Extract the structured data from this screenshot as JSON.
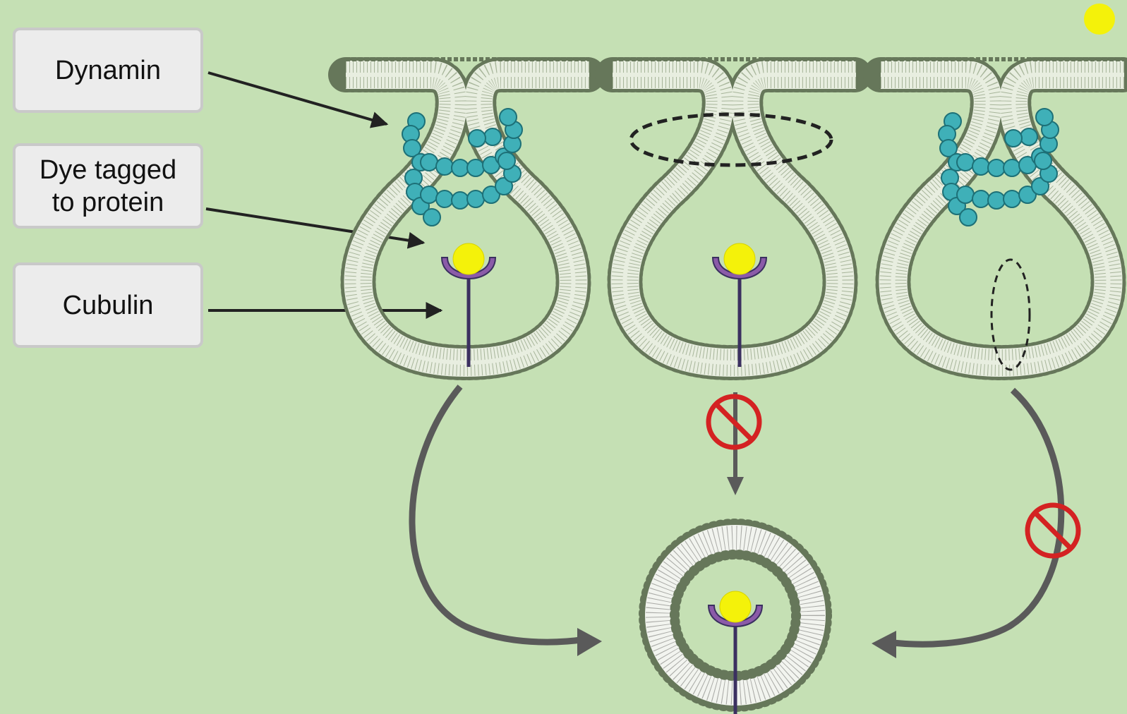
{
  "labels": {
    "dynamin": "Dynamin",
    "dye": "Dye tagged\nto protein",
    "cubulin": "Cubulin"
  },
  "colors": {
    "background": "#c5e0b4",
    "membrane_head": "#66775a",
    "membrane_tail": "#e8eee0",
    "dynamin": "#3fb0b8",
    "dynamin_edge": "#1d7077",
    "dye": "#f4f20a",
    "cubulin_cup": "#8b5ba8",
    "cubulin_stem": "#3b3060",
    "arrow": "#5a5a5a",
    "prohibit": "#d42222"
  },
  "icons": [
    "prohibit-icon",
    "dynamin-helix",
    "dye-dot",
    "cubulin-receptor",
    "vesicle"
  ]
}
